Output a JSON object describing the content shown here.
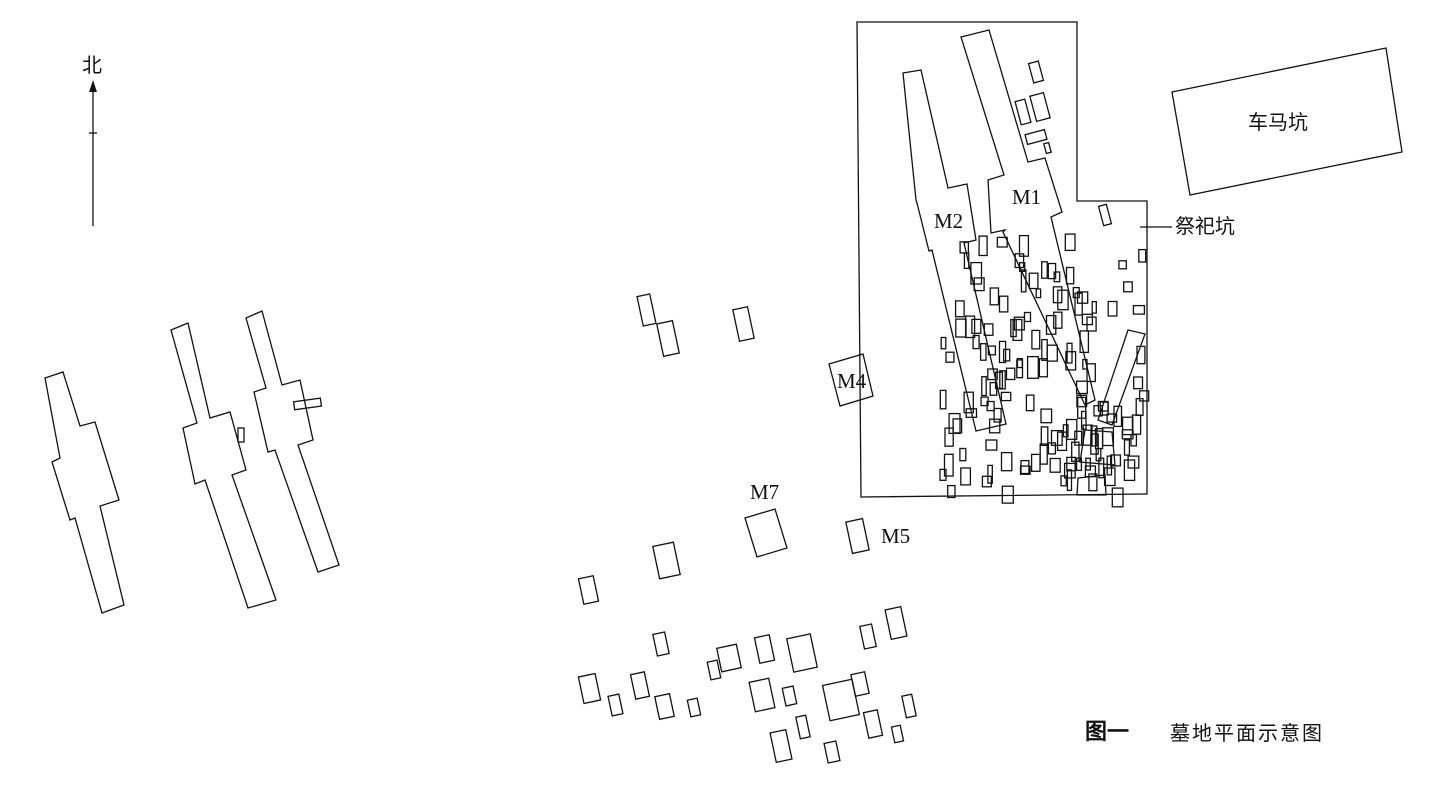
{
  "north_label": "北",
  "labels": {
    "chariot_pit": "车马坑",
    "sacrificial_pits": "祭祀坑",
    "m1": "M1",
    "m2": "M2",
    "m4": "M4",
    "m5": "M5",
    "m7": "M7"
  },
  "caption": {
    "figure_number": "图一",
    "title": "墓地平面示意图"
  }
}
